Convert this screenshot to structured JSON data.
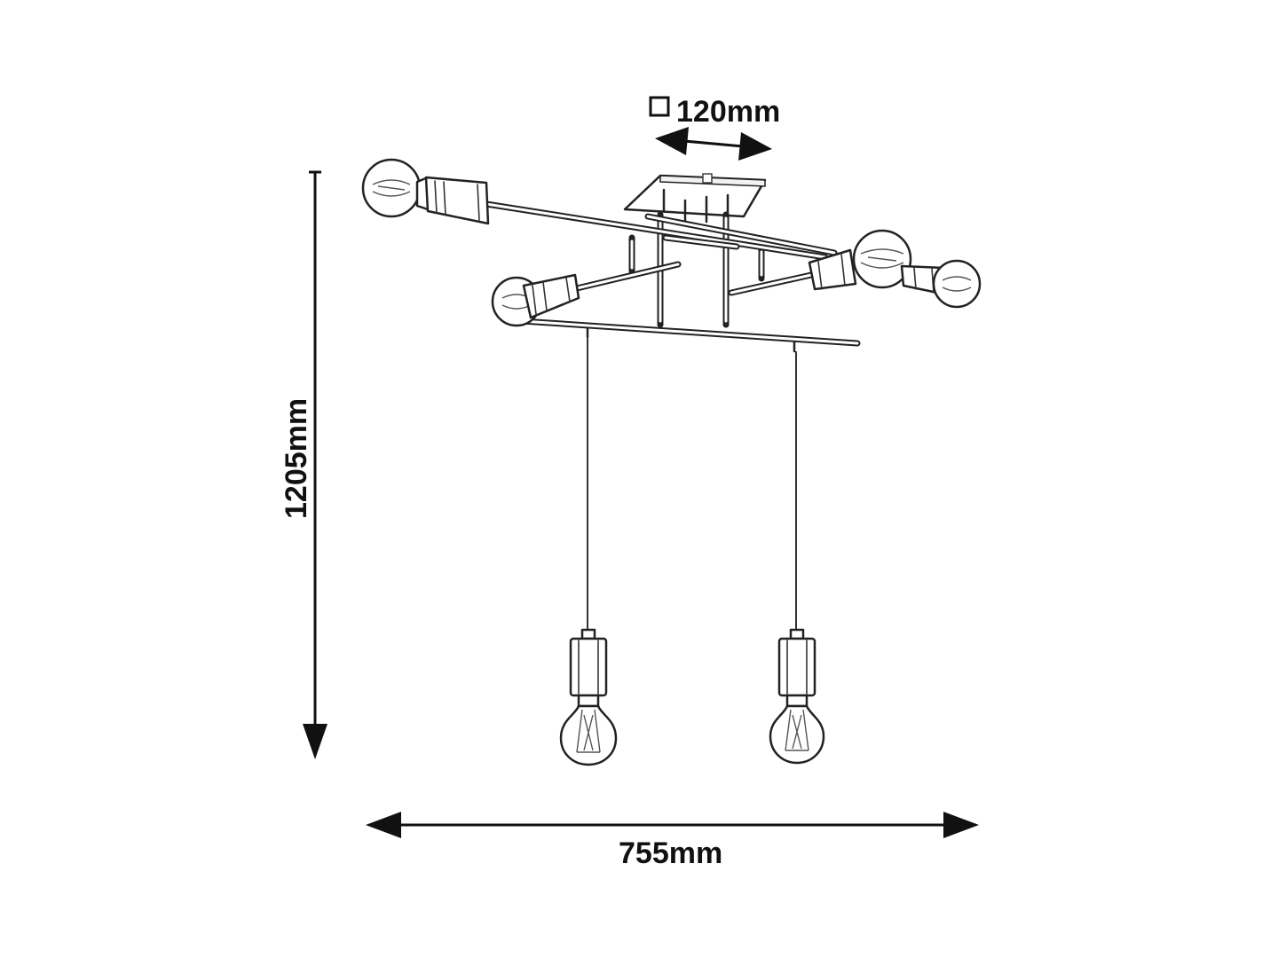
{
  "dimensions": {
    "canopy_size": "120mm",
    "height": "1205mm",
    "width": "755mm"
  },
  "icons": {
    "canopy_square": "square-outline-icon"
  },
  "colors": {
    "ink": "#222222",
    "background": "#ffffff"
  }
}
